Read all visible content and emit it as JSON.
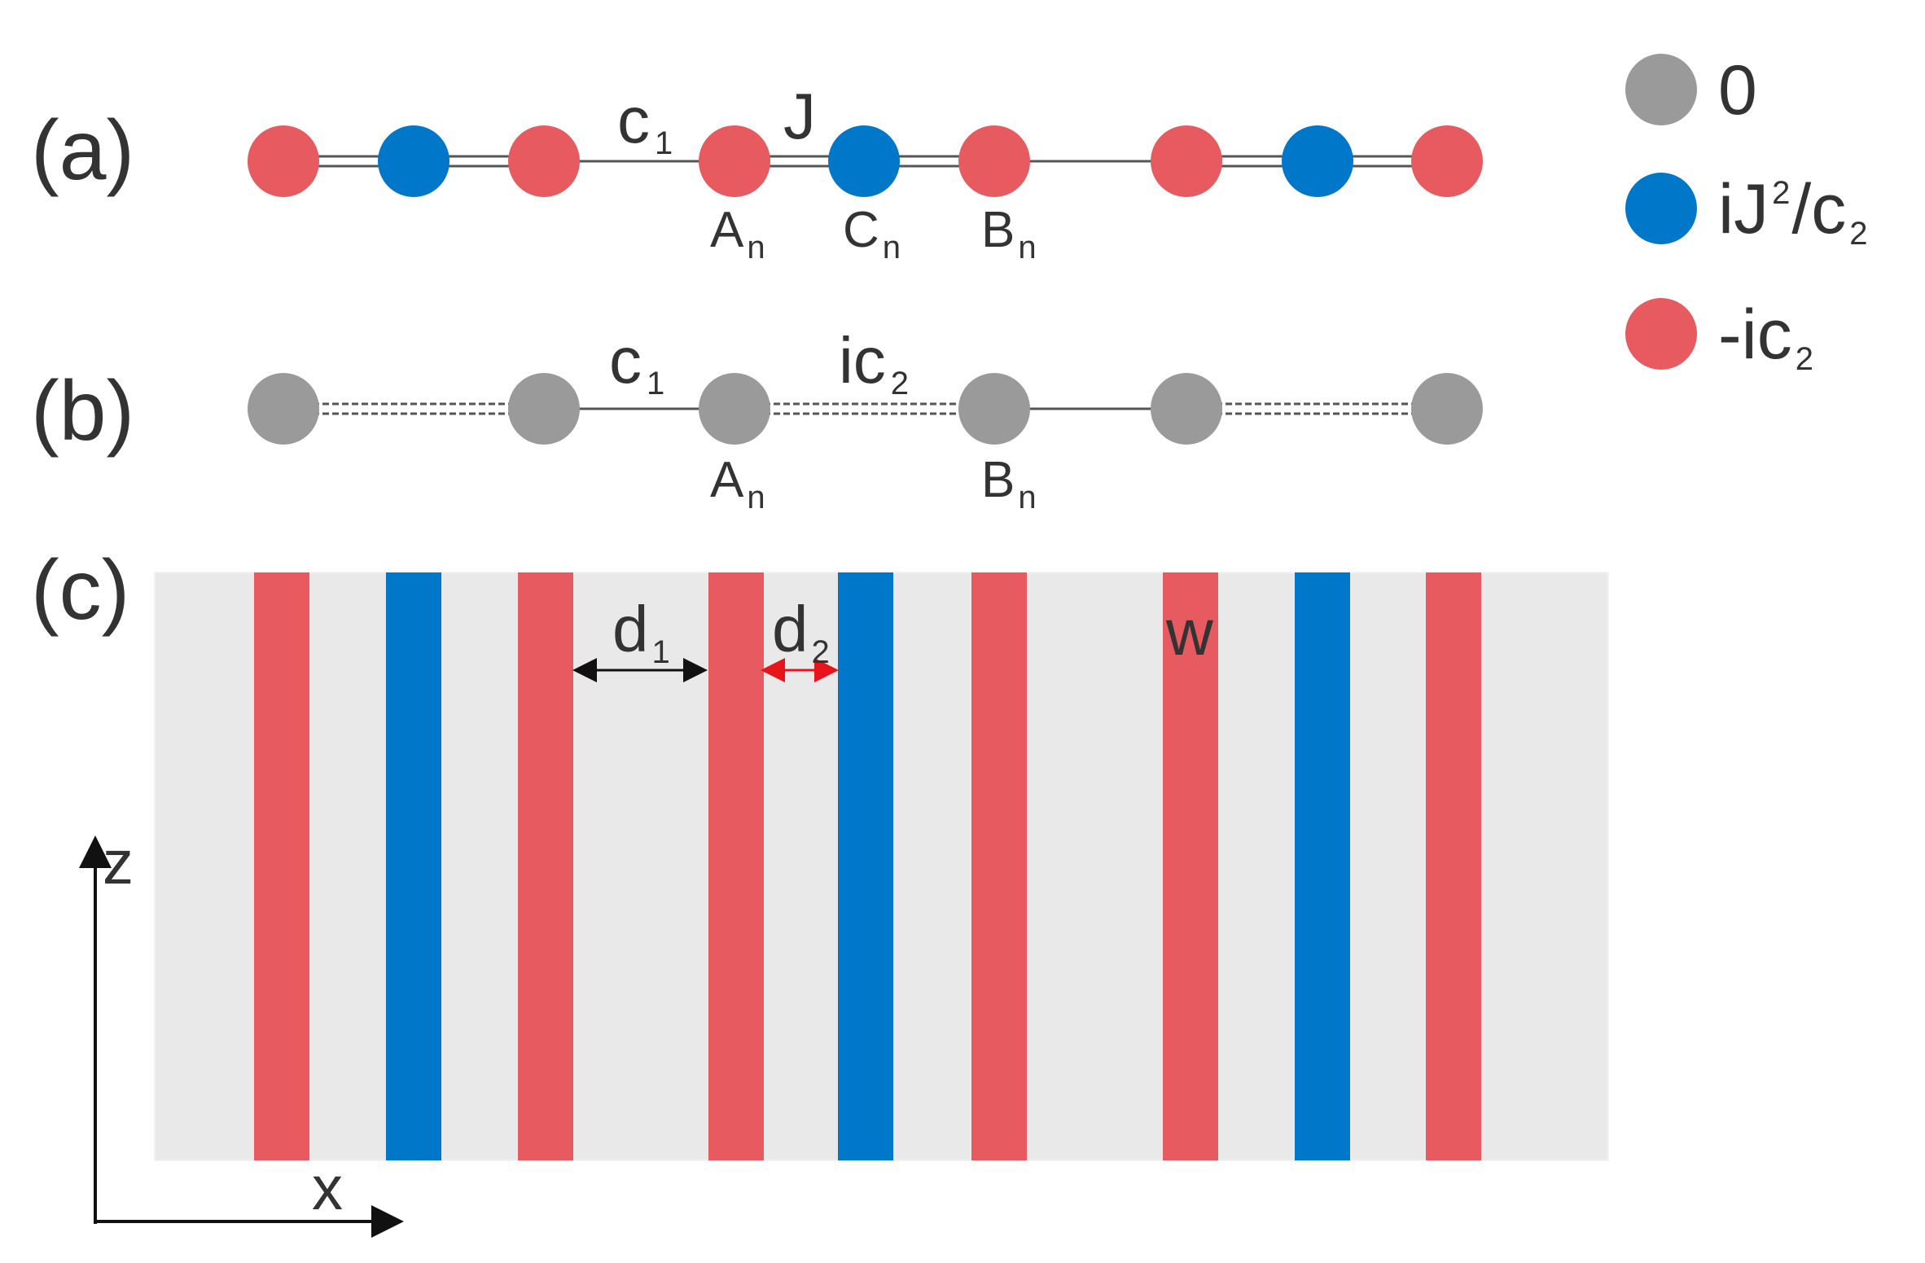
{
  "colors": {
    "gain": "#e65a60",
    "loss": "#0077c8",
    "neutral": "#9a9a9a",
    "substrate": "#e9e9e9",
    "line": "#555555",
    "d2_arrow": "#e8141c"
  },
  "legend": [
    {
      "key": "neutral",
      "label": "0",
      "label_parts": [
        "0"
      ]
    },
    {
      "key": "loss",
      "label": "iJ²/c₂",
      "label_parts": [
        "iJ",
        "2",
        "/c",
        "2"
      ]
    },
    {
      "key": "gain",
      "label": "-ic₂",
      "label_parts": [
        "-ic",
        "2"
      ]
    }
  ],
  "panel_a": {
    "label": "(a)",
    "sites": [
      "gain",
      "loss",
      "gain",
      "gain",
      "loss",
      "gain",
      "gain",
      "loss",
      "gain"
    ],
    "bonds": [
      "double",
      "double",
      "single",
      "double",
      "double",
      "single",
      "double",
      "double"
    ],
    "bond_labels": [
      {
        "text": "c",
        "sub": "1"
      },
      {
        "text": "J",
        "sub": ""
      }
    ],
    "site_labels": [
      {
        "text": "A",
        "sub": "n"
      },
      {
        "text": "C",
        "sub": "n"
      },
      {
        "text": "B",
        "sub": "n"
      }
    ]
  },
  "panel_b": {
    "label": "(b)",
    "sites": [
      "neutral",
      "neutral",
      "neutral",
      "neutral",
      "neutral",
      "neutral"
    ],
    "bonds": [
      "dashed",
      "single",
      "dashed",
      "single",
      "dashed"
    ],
    "bond_labels": [
      {
        "text": "c",
        "sub": "1"
      },
      {
        "text": "ic",
        "sub": "2"
      }
    ],
    "site_labels": [
      {
        "text": "A",
        "sub": "n"
      },
      {
        "text": "B",
        "sub": "n"
      }
    ]
  },
  "panel_c": {
    "label": "(c)",
    "waveguides": [
      "gain",
      "loss",
      "gain",
      "gain",
      "loss",
      "gain",
      "gain",
      "loss",
      "gain"
    ],
    "annotations": {
      "d1": {
        "text": "d",
        "sub": "1"
      },
      "d2": {
        "text": "d",
        "sub": "2"
      },
      "w": {
        "text": "w"
      }
    },
    "axes": {
      "z": "z",
      "x": "x"
    }
  }
}
